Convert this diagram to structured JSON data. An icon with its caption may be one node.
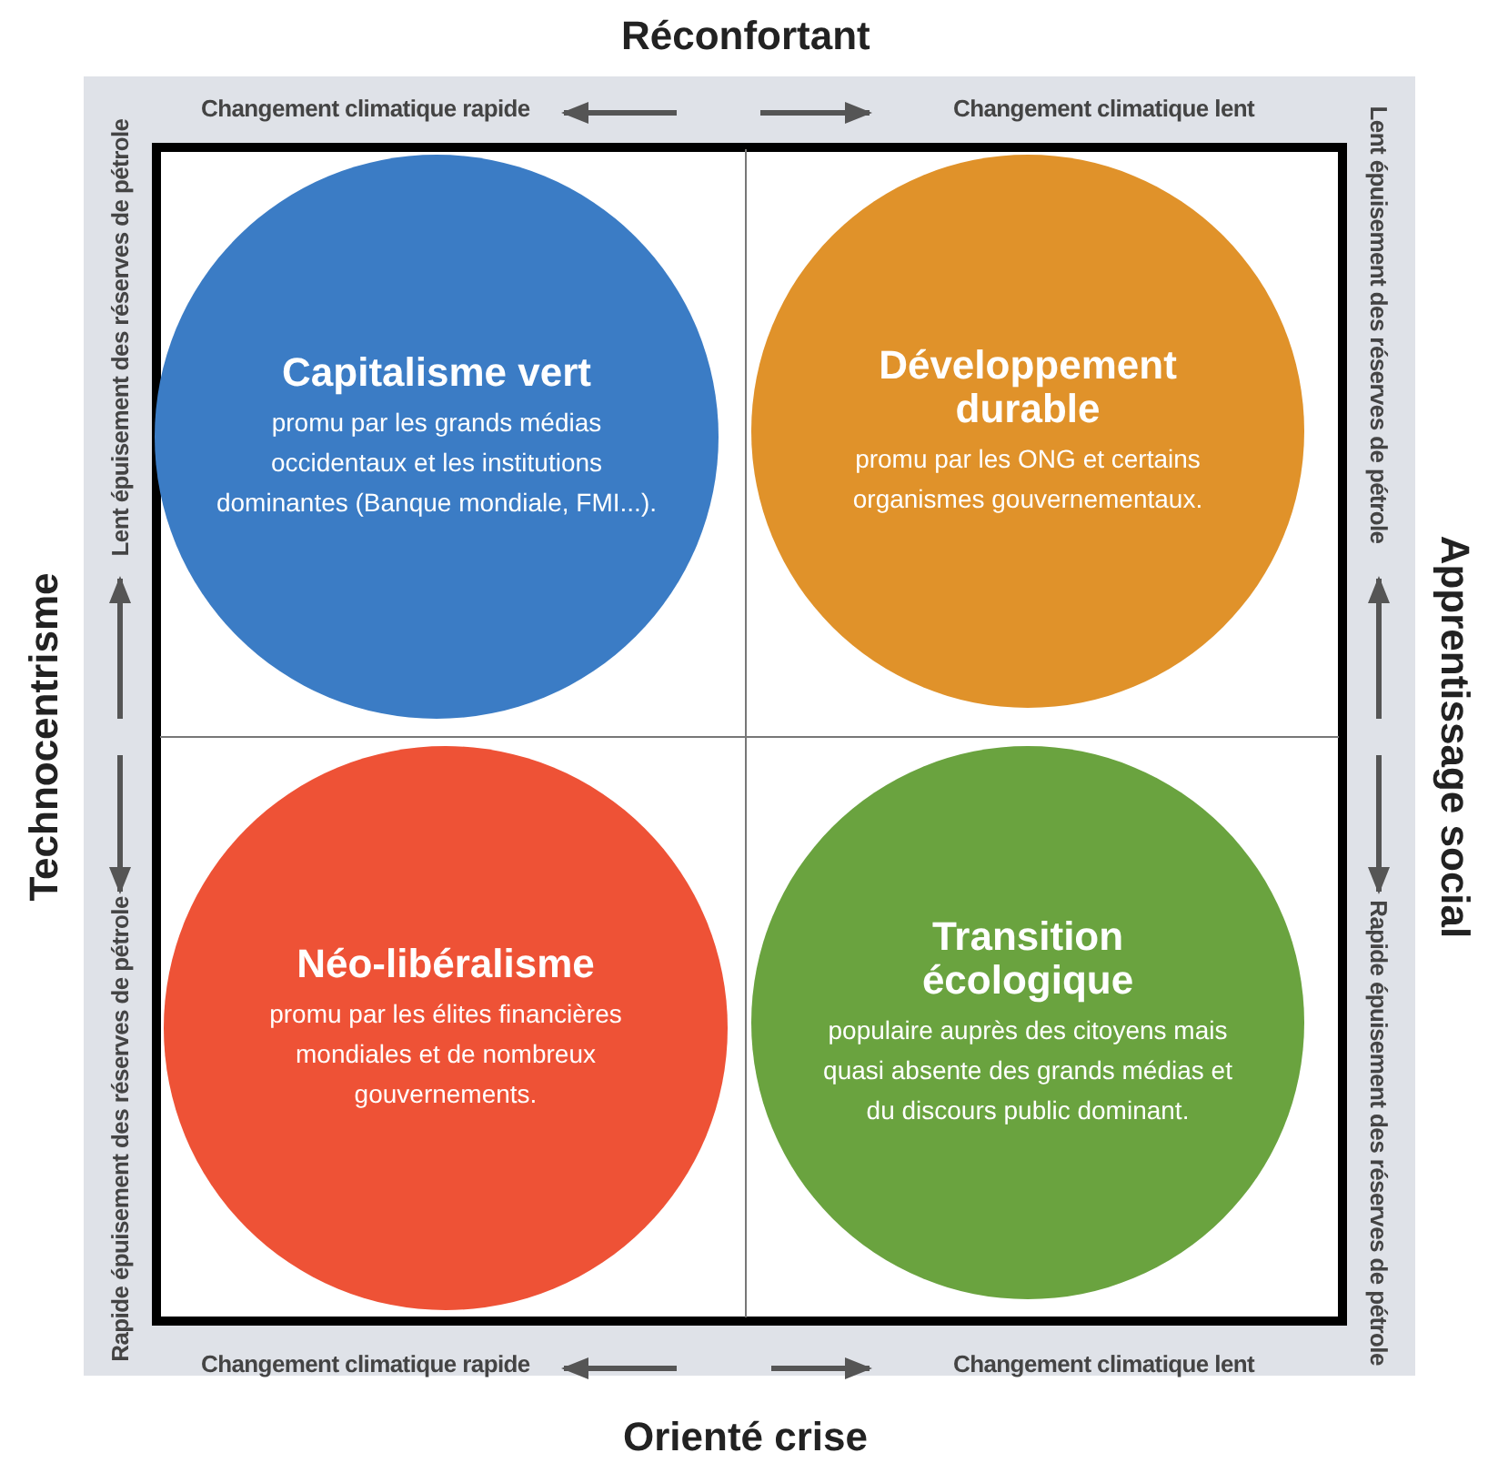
{
  "diagram": {
    "nodes": [
      {
        "text": [
          "Capitalisme vert",
          "promu par les grands médias occidentaux et les institutions dominantes (Banque mondiale, FMI...)."
        ]
      },
      {
        "text": [
          "Développement durable",
          "promu par les ONG et certains organismes gouvernementaux."
        ]
      },
      {
        "text": [
          "Néo-libéralisme",
          "promu par les élites financières mondiales et de nombreux gouvernements."
        ]
      },
      {
        "text": [
          "Transition écologique",
          "populaire auprès des citoyens mais quasi absente des grands médias et du discours public dominant."
        ]
      }
    ],
    "edges": [],
    "labels": [
      "Réconfortant",
      "Changement climatique rapide",
      "Changement climatique lent",
      "Lent épuisement des réserves de pétrole",
      "Lent épuisement des réserves de pétrole",
      "Technocentrisme",
      "Apprentissage social",
      "Rapide épuisement des réserves de pétrole",
      "Rapide épuisement des réserves de pétrole",
      "Changement climatique rapide",
      "Changement climatique lent",
      "Orienté crise"
    ]
  }
}
